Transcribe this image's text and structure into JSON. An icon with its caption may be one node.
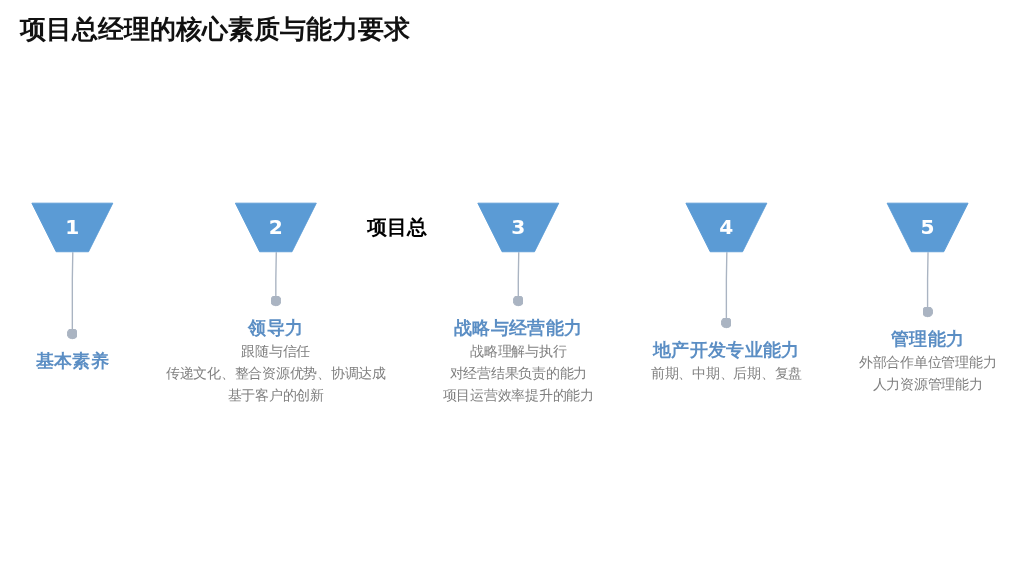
{
  "diagram": {
    "title": "项目总经理的核心素质与能力要求",
    "nodes": [
      {
        "text": [
          "项目总"
        ]
      },
      {
        "text": [
          "1"
        ]
      },
      {
        "text": [
          "2"
        ]
      },
      {
        "text": [
          "3"
        ]
      },
      {
        "text": [
          "4"
        ]
      },
      {
        "text": [
          "5"
        ]
      },
      {
        "text": [
          "基本素养"
        ]
      },
      {
        "text": [
          "领导力",
          "跟随与信任",
          "传递文化、整合资源优势、协调达成",
          "基于客户的创新"
        ]
      },
      {
        "text": [
          "战略与经营能力",
          "战略理解与执行",
          "对经营结果负责的能力",
          "项目运营效率提升的能力"
        ]
      },
      {
        "text": [
          "地产开发专业能力",
          "前期、中期、后期、复盘"
        ]
      },
      {
        "text": [
          "管理能力",
          "外部合作单位管理能力",
          "人力资源管理能力"
        ]
      }
    ],
    "edges": [
      {
        "from": 1,
        "to": 6,
        "arrow": "other"
      },
      {
        "from": 2,
        "to": 7,
        "arrow": "other"
      },
      {
        "from": 3,
        "to": 8,
        "arrow": "other"
      },
      {
        "from": 4,
        "to": 9,
        "arrow": "other"
      },
      {
        "from": 5,
        "to": 10,
        "arrow": "other"
      }
    ]
  }
}
